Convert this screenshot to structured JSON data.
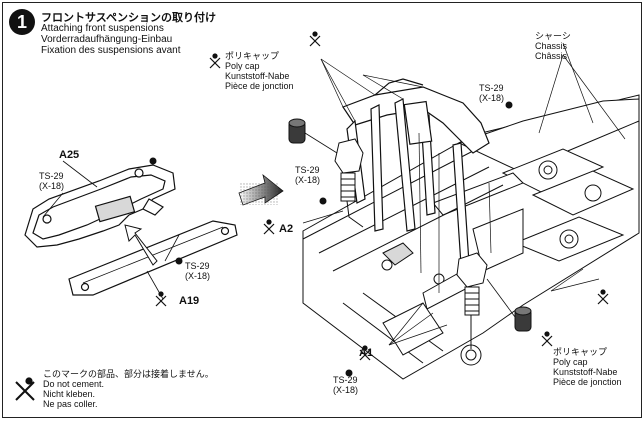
{
  "step": {
    "number": "1",
    "title_jp": "フロントサスペンションの取り付け",
    "title_en": "Attaching front suspensions",
    "title_de": "Vorderradaufhängung-Einbau",
    "title_fr": "Fixation des suspensions avant"
  },
  "labels": {
    "part_a25": "A25",
    "part_a19": "A19",
    "part_a2": "A2",
    "part_a1": "A1",
    "ts29": "TS-29",
    "x18": "(X-18)"
  },
  "polycap": {
    "jp": "ポリキャップ",
    "en": "Poly cap",
    "de": "Kunststoff-Nabe",
    "fr": "Pièce de jonction"
  },
  "chassis": {
    "jp": "シャーシ",
    "en": "Chassis",
    "fr": "Châssis"
  },
  "note": {
    "jp": "このマークの部品、部分は接着しません。",
    "en": "Do not cement.",
    "de": "Nicht kleben.",
    "fr": "Ne pas coller."
  },
  "colors": {
    "ink": "#111111",
    "paper": "#ffffff",
    "shade": "#d8d8d8",
    "dark_part": "#3a3a3a"
  },
  "icons": [
    "no-cement-icon",
    "paint-dot-icon",
    "direction-arrow-icon"
  ]
}
